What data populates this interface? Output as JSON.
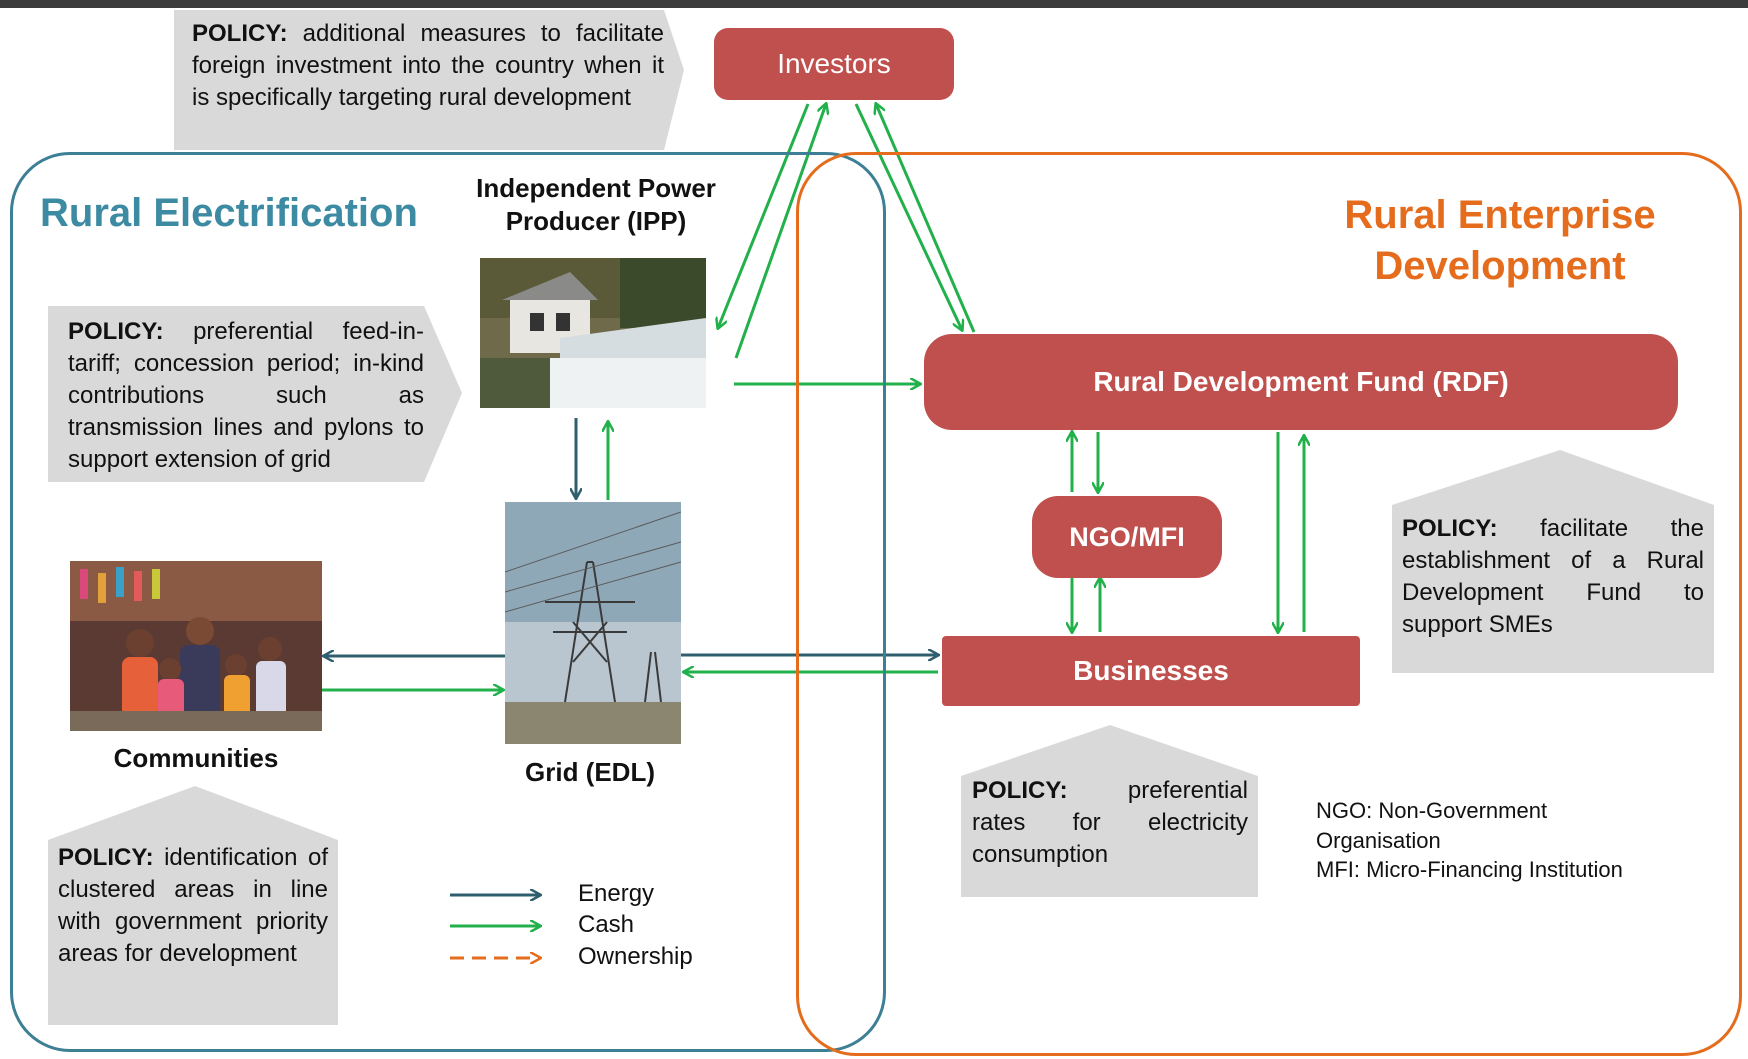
{
  "zones": {
    "rural_electrification": "Rural Electrification",
    "rural_enterprise": "Rural Enterprise Development"
  },
  "nodes": {
    "investors": "Investors",
    "rdf": "Rural Development Fund (RDF)",
    "ngo_mfi": "NGO/MFI",
    "businesses": "Businesses"
  },
  "labels": {
    "ipp": "Independent Power Producer (IPP)",
    "grid": "Grid (EDL)",
    "communities": "Communities"
  },
  "policies": {
    "prefix": "POLICY:",
    "investors": "additional measures to facilitate foreign investment into the country when it is specifically targeting rural development",
    "ipp": "preferential feed-in-tariff; concession period; in-kind contributions such as transmission lines and pylons to support extension of grid",
    "communities": "identification of clustered areas in line with government priority areas for development",
    "businesses": "preferential rates for electricity consumption",
    "rdf": "facilitate the establishment of a Rural Development Fund to support SMEs"
  },
  "legend": [
    {
      "label": "Energy",
      "color": "#2f5f6e",
      "style": "solid"
    },
    {
      "label": "Cash",
      "color": "#22b04b",
      "style": "solid"
    },
    {
      "label": "Ownership",
      "color": "#e46c1c",
      "style": "dashed"
    }
  ],
  "abbreviations": [
    "NGO: Non-Government Organisation",
    "MFI: Micro-Financing Institution"
  ],
  "colors": {
    "energy": "#2f5f6e",
    "cash": "#22b04b",
    "ownership": "#e46c1c",
    "node_fill": "#c0504d",
    "policy_fill": "#d9d9d9",
    "zone_re": "#3d7f95",
    "zone_red": "#e46c1c"
  }
}
